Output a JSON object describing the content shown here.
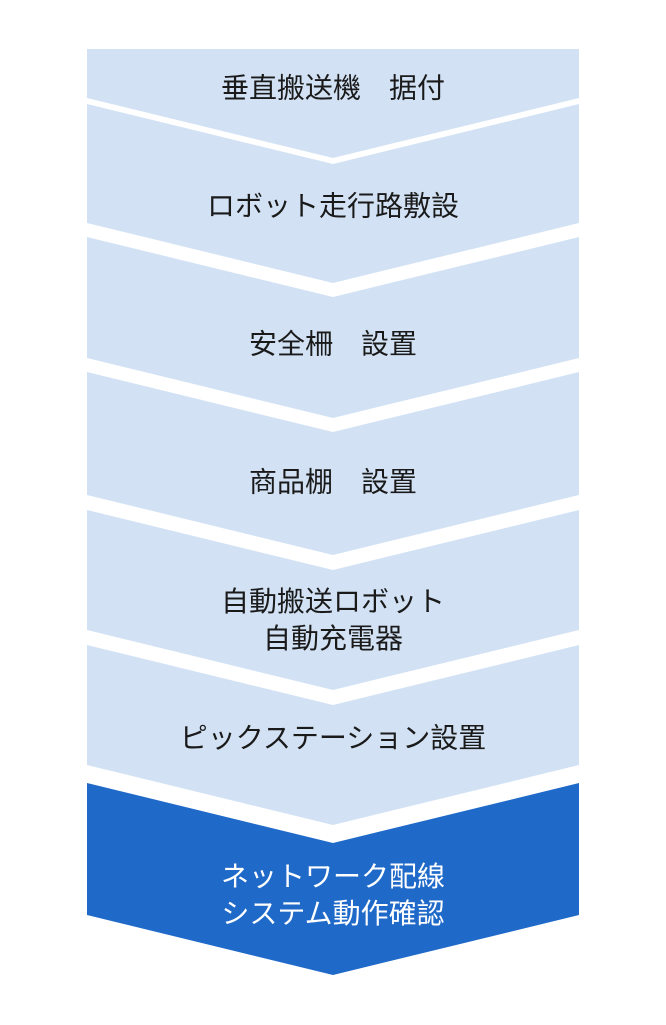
{
  "steps": [
    {
      "lines": [
        "垂直搬送機　据付"
      ]
    },
    {
      "lines": [
        "ロボット走行路敷設"
      ]
    },
    {
      "lines": [
        "安全柵　設置"
      ]
    },
    {
      "lines": [
        "商品棚　設置"
      ]
    },
    {
      "lines": [
        "自動搬送ロボット",
        "自動充電器"
      ]
    },
    {
      "lines": [
        "ピックステーション設置"
      ]
    },
    {
      "lines": [
        "ネットワーク配線",
        "システム動作確認"
      ]
    }
  ],
  "colors": {
    "step_fill": "#d2e2f4",
    "step_text": "#1a1a1a",
    "final_fill": "#1f69c9",
    "final_text": "#ffffff"
  }
}
